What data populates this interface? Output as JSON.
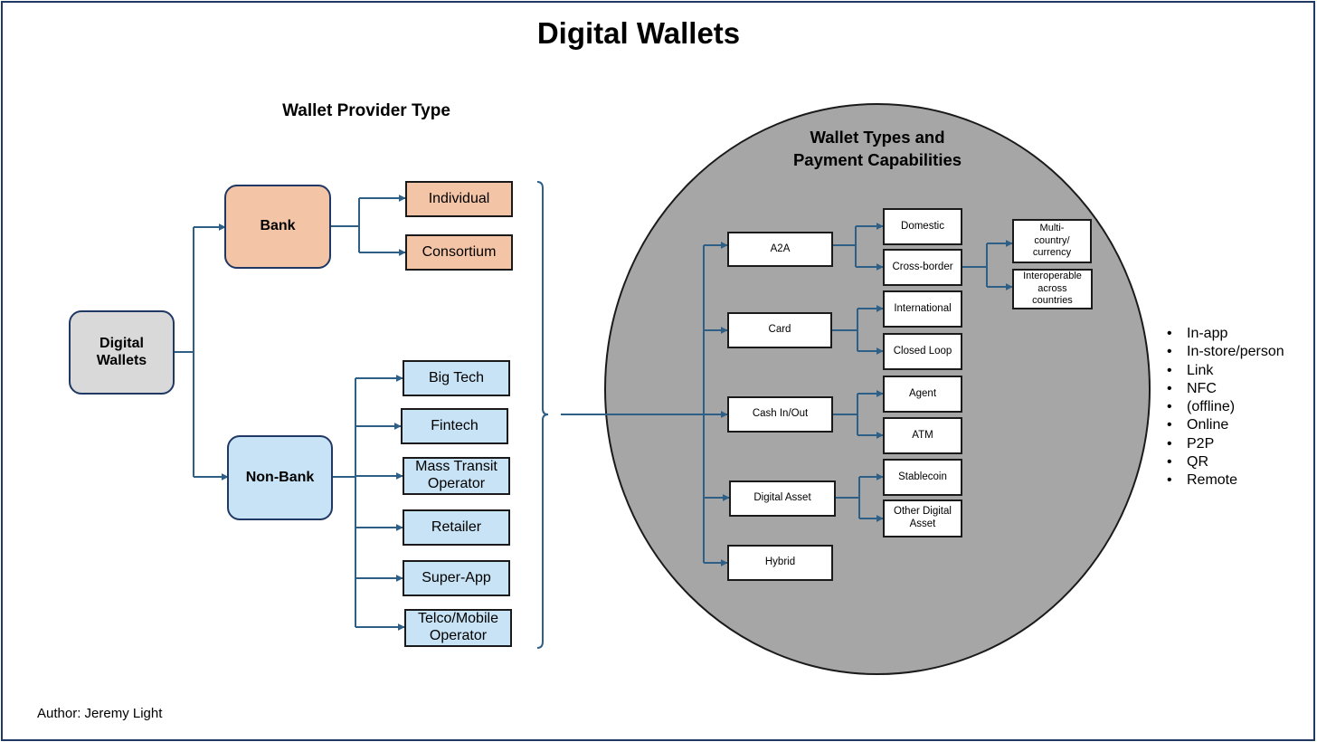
{
  "title": "Digital Wallets",
  "left_heading": "Wallet Provider Type",
  "right_heading": [
    "Wallet Types and",
    "Payment Capabilities"
  ],
  "root": "Digital\nWallets",
  "bank": {
    "label": "Bank",
    "children": [
      "Individual",
      "Consortium"
    ]
  },
  "non_bank": {
    "label": "Non-Bank",
    "children": [
      "Big Tech",
      "Fintech",
      "Mass Transit\nOperator",
      "Retailer",
      "Super-App",
      "Telco/Mobile\nOperator"
    ]
  },
  "wallet_types": {
    "a2a": {
      "label": "A2A",
      "children": [
        "Domestic",
        "Cross-border"
      ]
    },
    "cross_border_children": [
      "Multi-\ncountry/\ncurrency",
      "Interoperable\nacross\ncountries"
    ],
    "card": {
      "label": "Card",
      "children": [
        "International",
        "Closed Loop"
      ]
    },
    "cash": {
      "label": "Cash In/Out",
      "children": [
        "Agent",
        "ATM"
      ]
    },
    "digital_asset": {
      "label": "Digital Asset",
      "children": [
        "Stablecoin",
        "Other Digital\nAsset"
      ]
    },
    "hybrid": {
      "label": "Hybrid"
    }
  },
  "channels": [
    "In-app",
    "In-store/person",
    "Link",
    "NFC",
    "(offline)",
    "Online",
    "P2P",
    "QR",
    "Remote"
  ],
  "bullet_char": "•",
  "author": "Author: Jeremy Light",
  "colors": {
    "frame": "#1f3864",
    "connector": "#2e5f86",
    "bank_fill": "#f4c4a6",
    "non_bank_fill": "#c7e3f5",
    "root_fill": "#d9d9d9",
    "circle_fill": "#a6a6a6"
  }
}
